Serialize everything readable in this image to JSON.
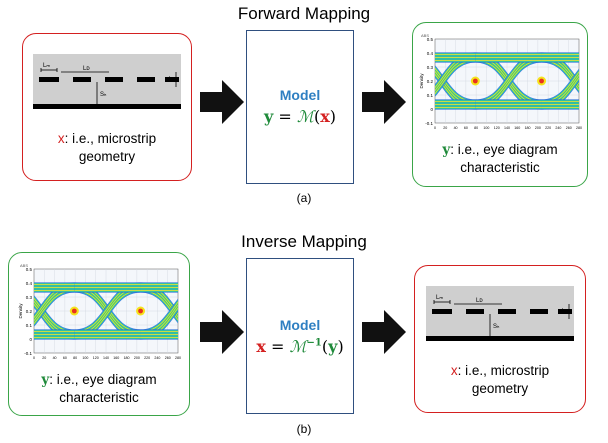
{
  "forward": {
    "title": "Forward Mapping",
    "left_caption_var": "x",
    "left_caption_line1": ": i.e., microstrip",
    "left_caption_line2": "geometry",
    "model_label": "Model",
    "eq_lhs": "y",
    "eq_op": " = ",
    "eq_func": "ℳ",
    "eq_arg_open": "(",
    "eq_arg": "x",
    "eq_arg_close": ")",
    "right_caption_var": "y",
    "right_caption_line1": ": i.e., eye diagram",
    "right_caption_line2": "characteristic",
    "sub_label": "(a)"
  },
  "inverse": {
    "title": "Inverse Mapping",
    "left_caption_var": "y",
    "left_caption_line1": ": i.e., eye diagram",
    "left_caption_line2": "characteristic",
    "model_label": "Model",
    "eq_lhs": "x",
    "eq_op": " = ",
    "eq_func": "ℳ",
    "eq_sup": "−1",
    "eq_arg_open": "(",
    "eq_arg": "y",
    "eq_arg_close": ")",
    "right_caption_var": "x",
    "right_caption_line1": ": i.e., microstrip",
    "right_caption_line2": "geometry",
    "sub_label": "(b)"
  },
  "microstrip": {
    "label_lw": "Lₘ",
    "label_ld": "Lᴅ",
    "label_sh": "Sₕ",
    "label_lh": "Lₕ"
  },
  "eye_diagram": {
    "corner_label": "ABS",
    "y_axis_label": "Density",
    "y_ticks": [
      "0.5",
      "0.4",
      "0.3",
      "0.2",
      "0.1",
      "0",
      "-0.1"
    ],
    "x_ticks": [
      "0",
      "20",
      "40",
      "60",
      "80",
      "100",
      "120",
      "140",
      "160",
      "180",
      "200",
      "220",
      "240",
      "260",
      "280"
    ]
  },
  "colors": {
    "red": "#d42020",
    "green": "#3aa548",
    "model_blue": "#2e7fc2",
    "eq_green": "#1f8a3a",
    "arrow": "#111111"
  }
}
